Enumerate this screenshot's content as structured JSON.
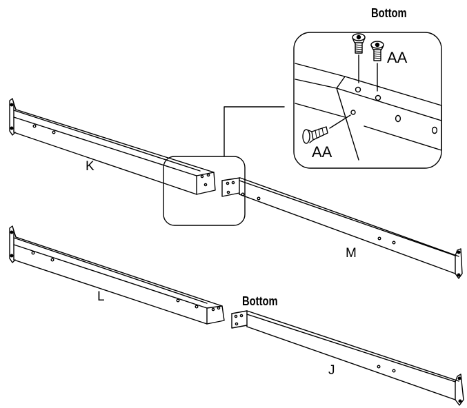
{
  "labels": {
    "bottom_top": "Bottom",
    "bottom_mid": "Bottom",
    "screw_top": "AA",
    "screw_side": "AA",
    "rail_k": "K",
    "rail_m": "M",
    "rail_l": "L",
    "rail_j": "J"
  },
  "colors": {
    "line": "#000000",
    "fill": "#ffffff"
  }
}
